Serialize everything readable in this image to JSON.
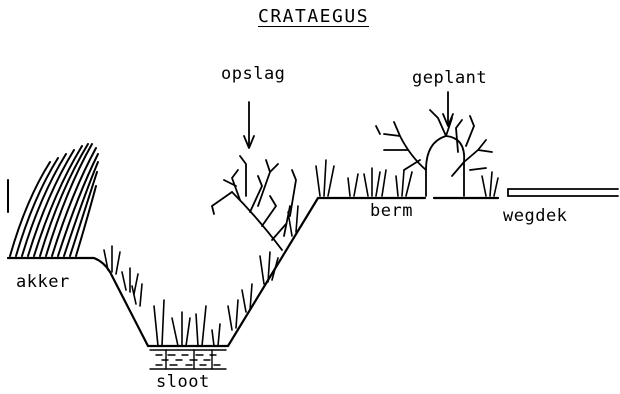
{
  "title": "CRATAEGUS",
  "labels": {
    "opslag": "opslag",
    "geplant": "geplant",
    "berm": "berm",
    "wegdek": "wegdek",
    "akker": "akker",
    "sloot": "sloot"
  },
  "colors": {
    "ink": "#000000",
    "background": "#ffffff"
  }
}
